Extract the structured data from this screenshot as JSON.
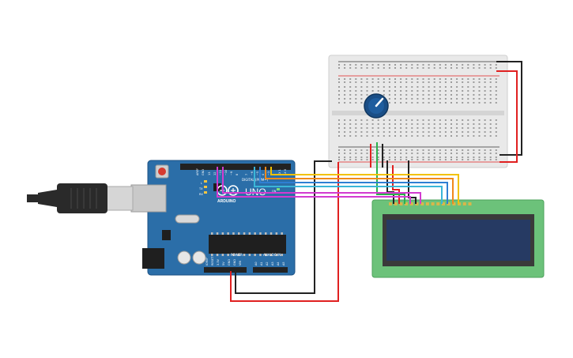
{
  "arduino": {
    "brand": "ARDUINO",
    "model": "UNO",
    "digital_label": "DIGITAL (PWM~)",
    "power_label": "POWER",
    "analog_label": "ANALOG IN",
    "tx_label": "TX",
    "rx_label": "RX",
    "l_label": "L",
    "on_label": "ON",
    "aref_label": "AREF",
    "gnd_label": "GND",
    "d13_label": "13",
    "d12_label": "12",
    "d11_label": "~11",
    "d10_label": "~10",
    "d9_label": "~9",
    "d8_label": "8",
    "d7_label": "7",
    "d6_label": "~6",
    "d5_label": "~5",
    "d4_label": "4",
    "d3_label": "~3",
    "d2_label": "2",
    "d1_label": "TX 1",
    "d0_label": "RX 0",
    "ioref_label": "IOREF",
    "reset_label": "RESET",
    "v33_label": "3.3V",
    "v5_label": "5V",
    "gnd1_label": "GND",
    "gnd2_label": "GND",
    "vin_label": "VIN",
    "a0_label": "A0",
    "a1_label": "A1",
    "a2_label": "A2",
    "a3_label": "A3",
    "a4_label": "A4",
    "a5_label": "A5"
  },
  "colors": {
    "board_blue": "#2b6ea8",
    "lcd_green": "#6cc27a",
    "lcd_screen": "#263a63",
    "wire_red": "#e02020",
    "wire_black": "#222222",
    "wire_yellow": "#f2c200",
    "wire_orange": "#f08a1c",
    "wire_blue": "#2f7fd3",
    "wire_cyan": "#3ab6d8",
    "wire_magenta": "#d33bd0",
    "wire_green": "#2bb24c"
  }
}
